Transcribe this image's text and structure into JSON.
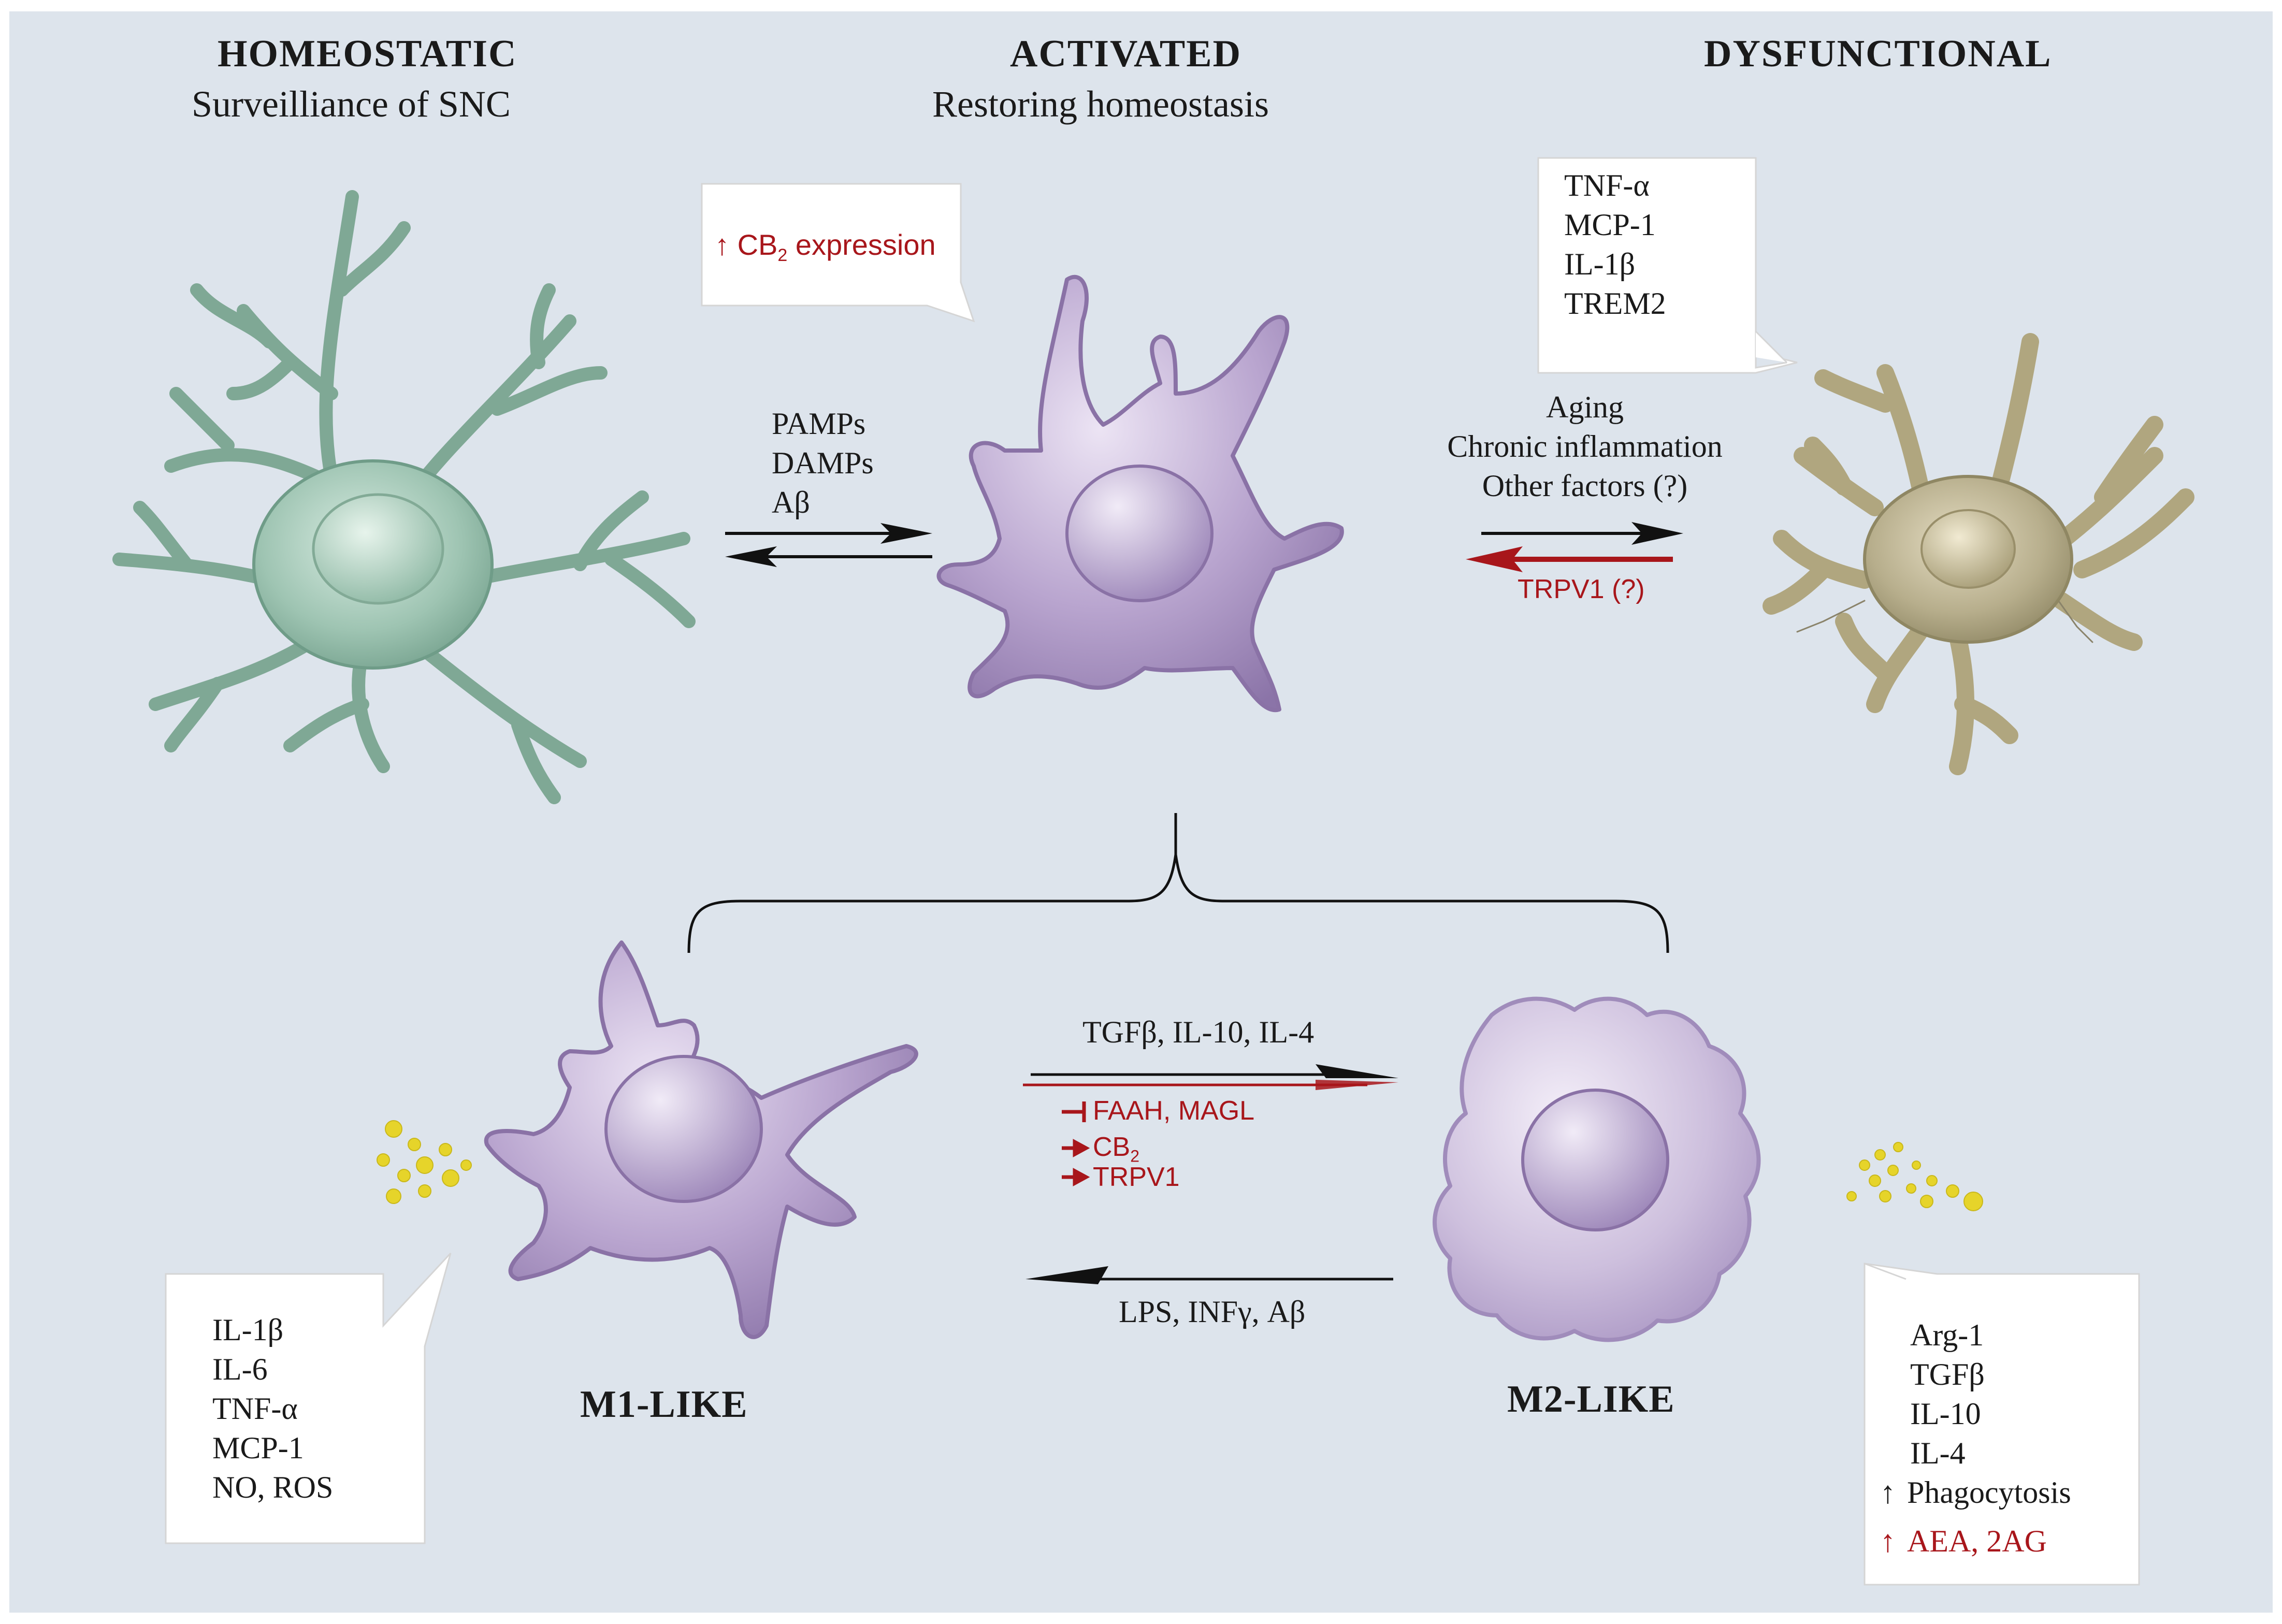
{
  "states": {
    "homeostatic": {
      "title": "HOMEOSTATIC",
      "subtitle": "Surveilliance of SNC"
    },
    "activated": {
      "title": "ACTIVATED",
      "subtitle": "Restoring homeostasis"
    },
    "dysfunctional": {
      "title": "DYSFUNCTIONAL"
    }
  },
  "activated_callout": {
    "arrow": "↑",
    "text_main": "CB",
    "text_sub": "2",
    "text_tail": " expression"
  },
  "dysfunctional_callout": {
    "items": [
      "TNF-α",
      "MCP-1",
      "IL-1β",
      "TREM2"
    ]
  },
  "homeo_to_activated": {
    "triggers": [
      "PAMPs",
      "DAMPs",
      "Aβ"
    ]
  },
  "activated_to_dysfunctional": {
    "causes": [
      "Aging",
      "Chronic inflammation",
      "Other factors (?)"
    ],
    "reverse_label": "TRPV1 (?)"
  },
  "phenotypes": {
    "m1": {
      "label": "M1-LIKE"
    },
    "m2": {
      "label": "M2-LIKE"
    }
  },
  "m1_to_m2": {
    "stimuli": "TGFβ, IL-10, IL-4",
    "modulators": [
      {
        "symbol": "⊣",
        "text": "FAAH, MAGL"
      },
      {
        "symbol": "→",
        "text": "CB",
        "sub": "2"
      },
      {
        "symbol": "→",
        "text": "TRPV1"
      }
    ]
  },
  "m2_to_m1": {
    "stimuli": "LPS, INFγ, Aβ"
  },
  "m1_secretion": {
    "items": [
      "IL-1β",
      "IL-6",
      "TNF-α",
      "MCP-1",
      "NO, ROS"
    ]
  },
  "m2_secretion": {
    "items": [
      "Arg-1",
      "TGFβ",
      "IL-10",
      "IL-4"
    ],
    "up_item": {
      "arrow": "↑",
      "text": "Phagocytosis"
    },
    "up_red_item": {
      "arrow": "↑",
      "text": "AEA, 2AG"
    }
  },
  "colors": {
    "background": "#dde4ec",
    "homeostatic_cell": "#9ec4b2",
    "activated_cell": "#b9a5cf",
    "dysfunctional_cell": "#b7ae8c",
    "m2_cell": "#cdbfdd",
    "accent_red": "#a8161b",
    "vesicle_yellow": "#e6d42a"
  }
}
